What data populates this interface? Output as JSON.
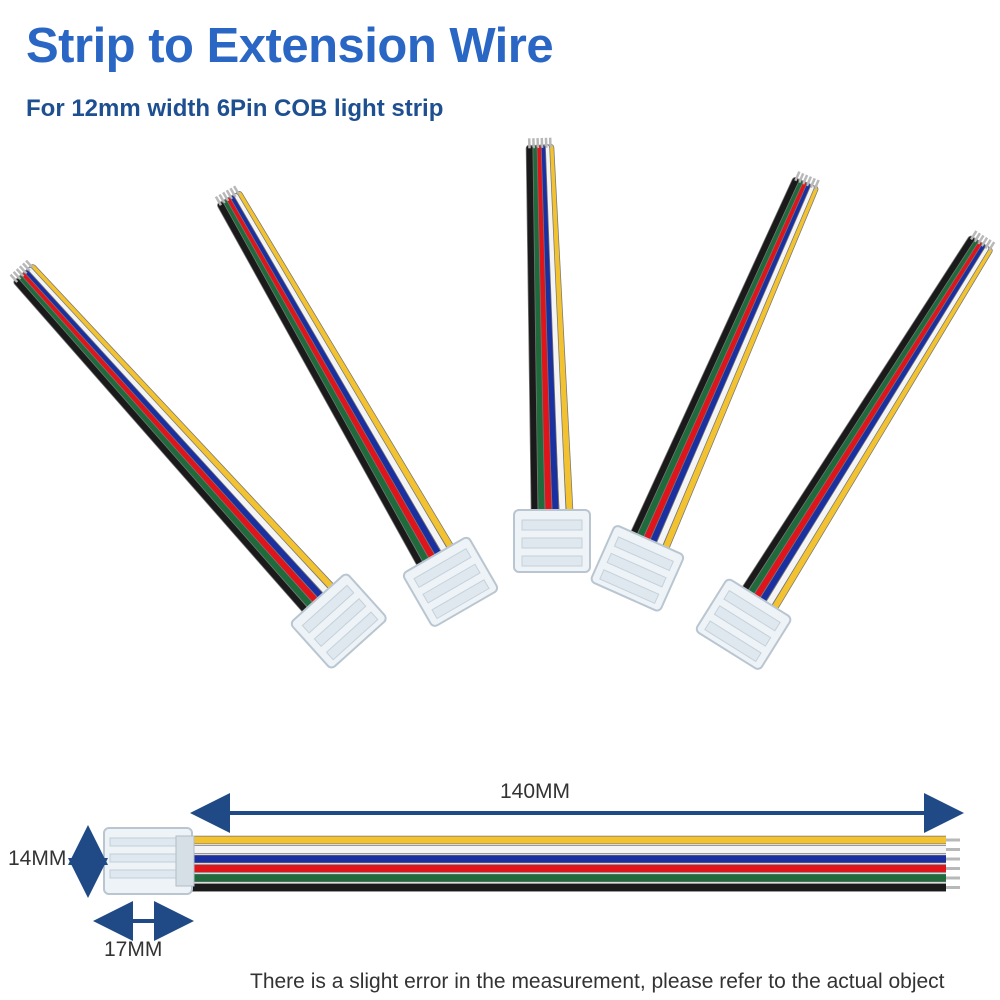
{
  "header": {
    "title": "Strip to Extension Wire",
    "subtitle": "For 12mm width 6Pin COB light strip"
  },
  "dimensions": {
    "length_label": "140MM",
    "height_label": "14MM",
    "width_label": "17MM"
  },
  "footer": {
    "note": "There is a slight error in the measurement, please refer to the actual object"
  },
  "colors": {
    "title": "#2a66c3",
    "subtitle": "#1e4f91",
    "dimension_arrow": "#1f4a86",
    "dimension_text": "#333333",
    "wire_yellow": "#f2c230",
    "wire_white": "#f4f4f4",
    "wire_blue": "#1a2fa0",
    "wire_red": "#e0141b",
    "wire_green": "#1f6b3c",
    "wire_black": "#1a1a1a"
  }
}
